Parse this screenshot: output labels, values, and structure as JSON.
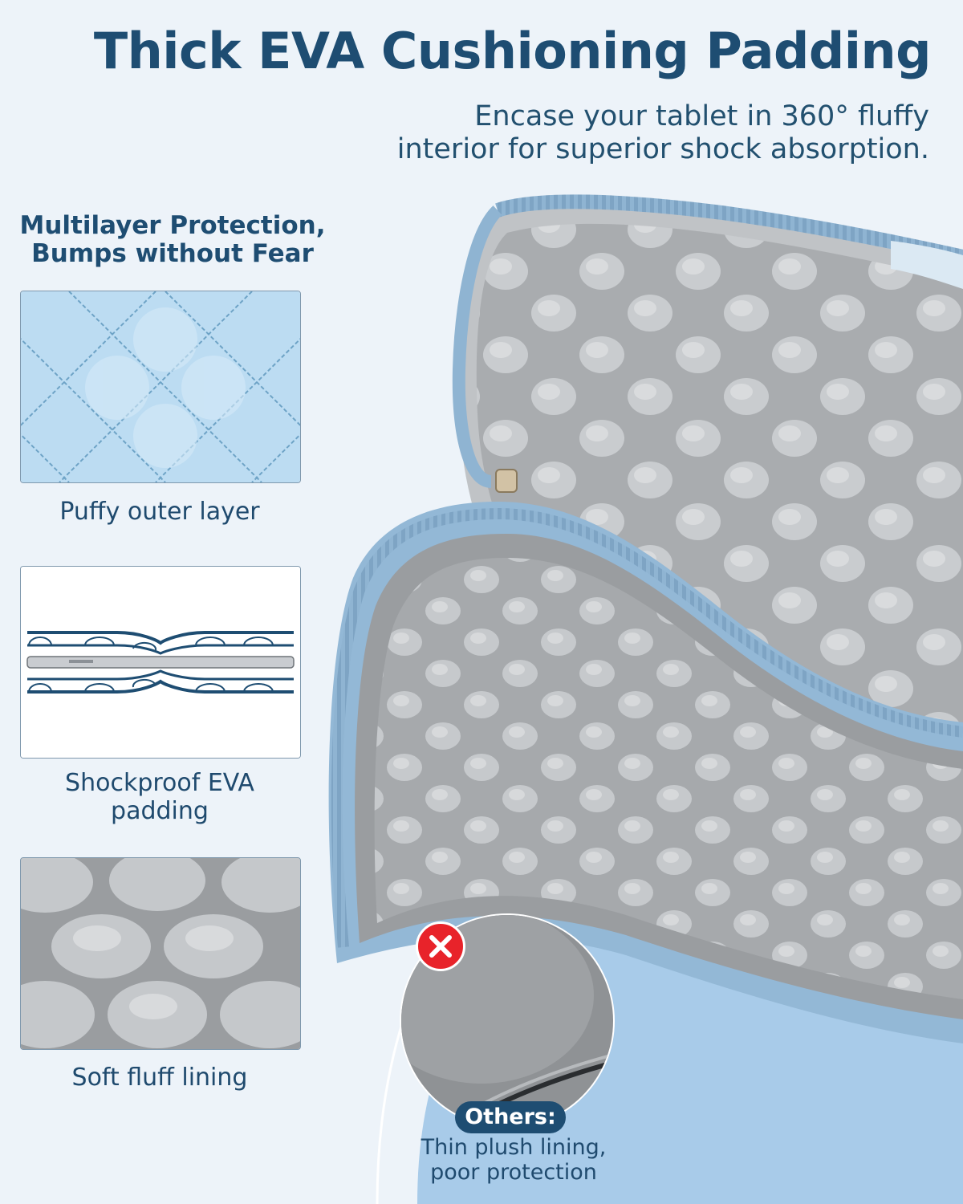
{
  "header": {
    "title": "Thick EVA Cushioning Padding",
    "subtitle_lines": [
      "Encase your tablet in 360° fluffy",
      "interior for superior shock absorption."
    ]
  },
  "layers": {
    "heading_lines": [
      "Multilayer Protection,",
      "Bumps without Fear"
    ],
    "items": [
      {
        "caption_lines": [
          "Puffy outer layer"
        ],
        "image": "quilted-fabric"
      },
      {
        "caption_lines": [
          "Shockproof EVA",
          "padding"
        ],
        "image": "eva-padding-diagram"
      },
      {
        "caption_lines": [
          "Soft fluff lining"
        ],
        "image": "honeycomb-fluff"
      }
    ]
  },
  "comparison": {
    "badge": "Others:",
    "desc_lines": [
      "Thin plush lining,",
      "poor protection"
    ],
    "icon": "x-icon"
  },
  "colors": {
    "navy": "#1e4d72",
    "background": "#edf3f9",
    "accent_blue": "#a8cbe9",
    "plush_gray": "#b9bcbe",
    "zipper_blue": "#8fb4d2",
    "x_red": "#e8232a"
  }
}
